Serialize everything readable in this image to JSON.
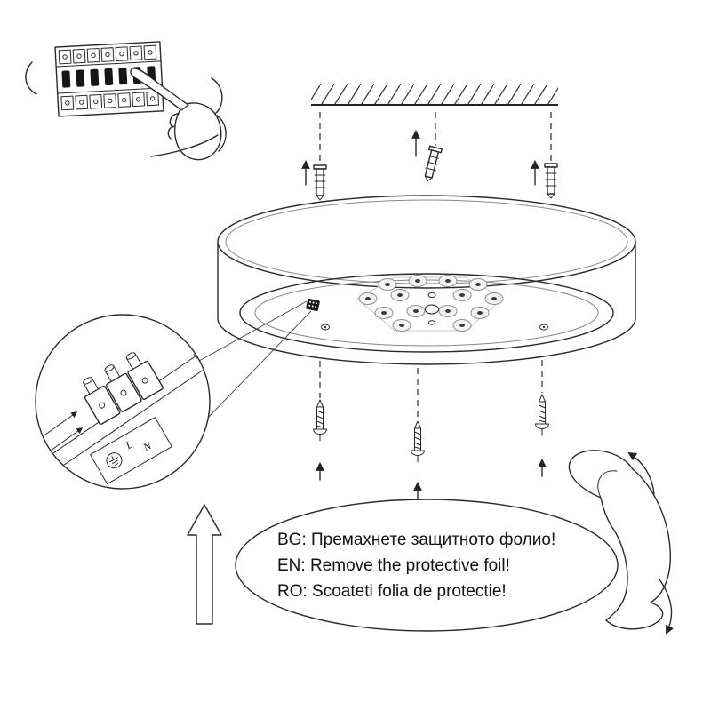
{
  "bubble": {
    "bg_line": "BG: Премахнете защитното фолио!",
    "en_line": "EN: Remove the protective foil!",
    "ro_line": "RO: Scoateti folia de protectie!"
  },
  "magnifier": {
    "live_label": "L",
    "neutral_label": "N"
  },
  "colors": {
    "line": "#2a2a2a",
    "background": "#ffffff"
  }
}
